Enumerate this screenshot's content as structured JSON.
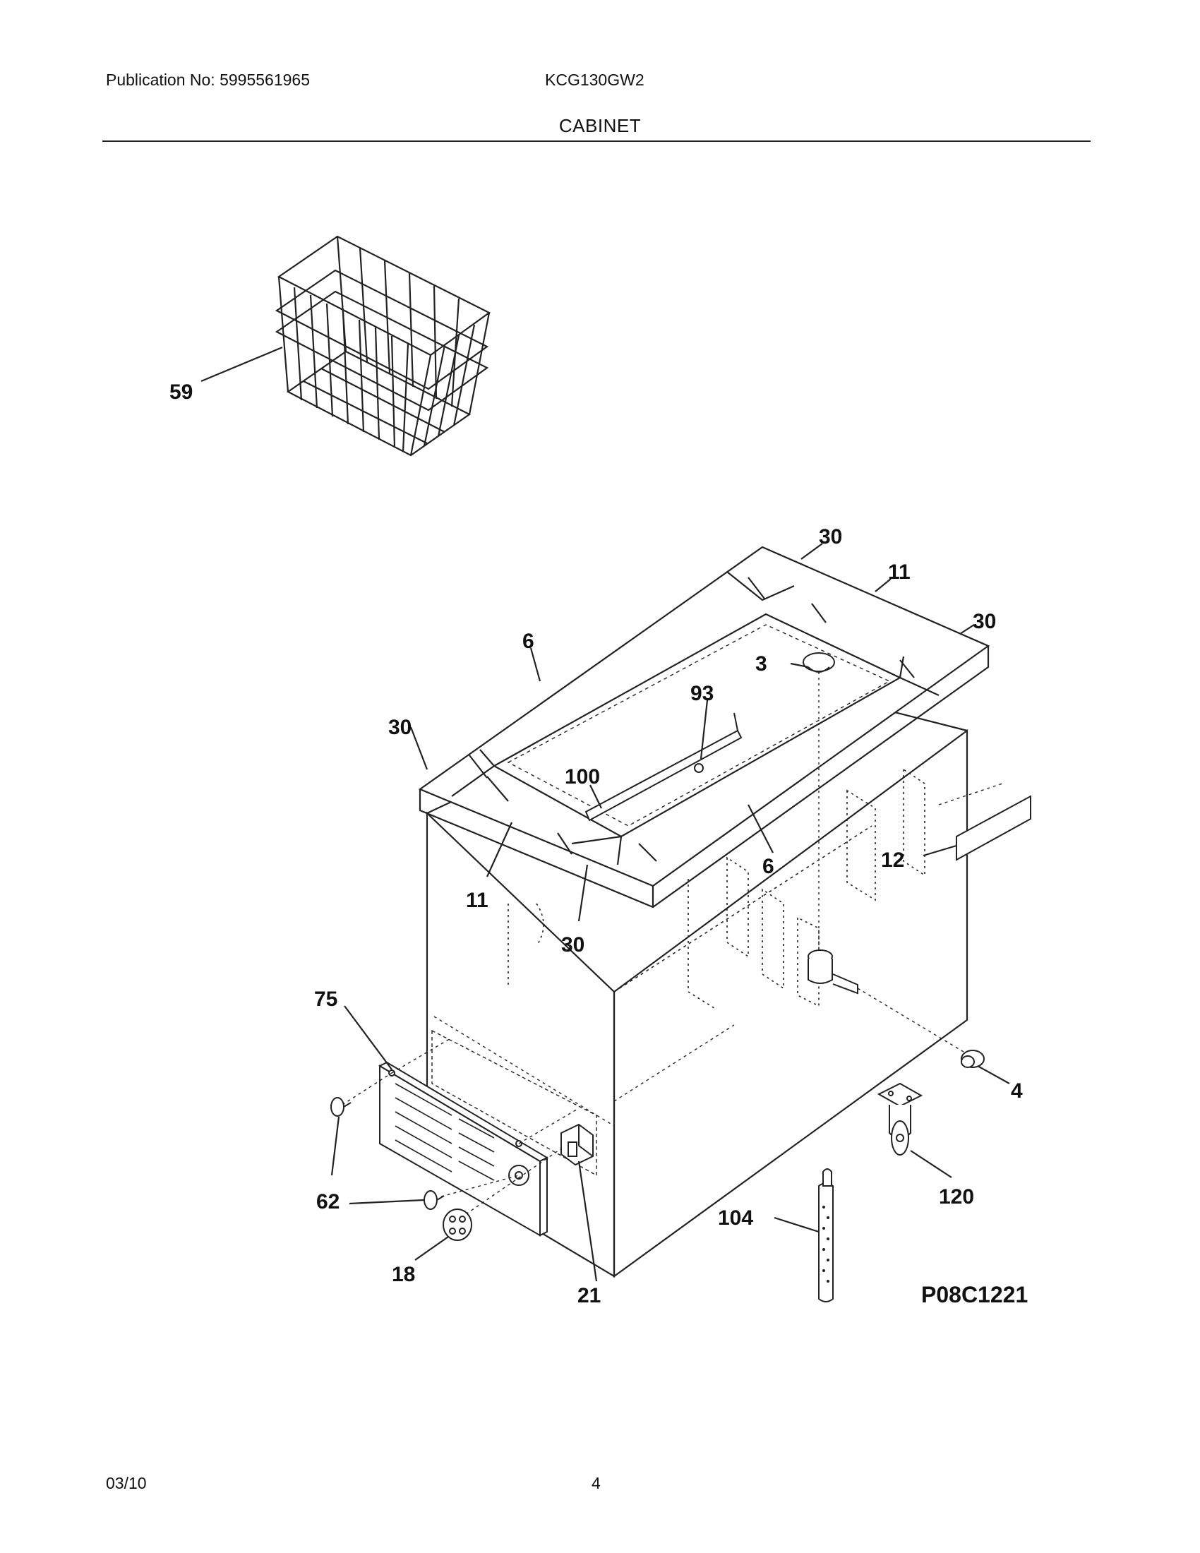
{
  "header": {
    "publication": "Publication No: 5995561965",
    "model": "KCG130GW2",
    "section": "CABINET"
  },
  "diagram": {
    "figure_code": "P08C1221",
    "callouts": [
      "59",
      "30",
      "11",
      "30",
      "6",
      "3",
      "93",
      "30",
      "100",
      "6",
      "12",
      "11",
      "30",
      "75",
      "4",
      "62",
      "120",
      "104",
      "18",
      "21"
    ]
  },
  "footer": {
    "date": "03/10",
    "page": "4"
  }
}
